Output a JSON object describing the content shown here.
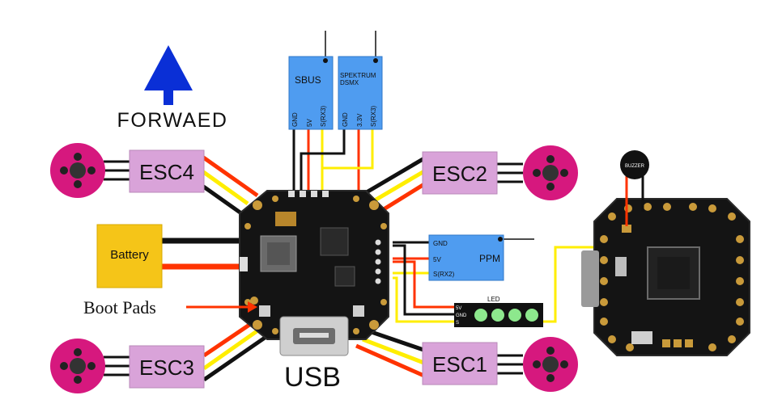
{
  "direction": {
    "label": "FORWAED",
    "color": "#0a2fd6"
  },
  "escs": {
    "esc1": "ESC1",
    "esc2": "ESC2",
    "esc3": "ESC3",
    "esc4": "ESC4",
    "fill": "#d9a3d9"
  },
  "battery": {
    "label": "Battery",
    "fill": "#f5c518"
  },
  "receivers": {
    "sbus": {
      "title": "SBUS",
      "pins": [
        "GND",
        "5V",
        "S(RX3)"
      ]
    },
    "spektrum": {
      "title_line1": "SPEKTRUM",
      "title_line2": "DSMX",
      "pins": [
        "GND",
        "3.3V",
        "S(RX3)"
      ]
    },
    "ppm": {
      "title": "PPM",
      "pins": [
        "GND",
        "5V",
        "S(RX2)"
      ]
    },
    "fill": "#4f9cf0"
  },
  "led": {
    "label": "LED",
    "pins": [
      "5V",
      "GND",
      "S"
    ],
    "dot_color": "#8de88d"
  },
  "boot_pads": {
    "label": "Boot Pads"
  },
  "usb": {
    "label": "USB"
  },
  "buzzer": {
    "label": "BUZZER"
  },
  "colors": {
    "motor": "#d6187e",
    "wire_red": "#ff3300",
    "wire_yellow": "#ffee00",
    "wire_black": "#111111",
    "pcb": "#141414"
  }
}
